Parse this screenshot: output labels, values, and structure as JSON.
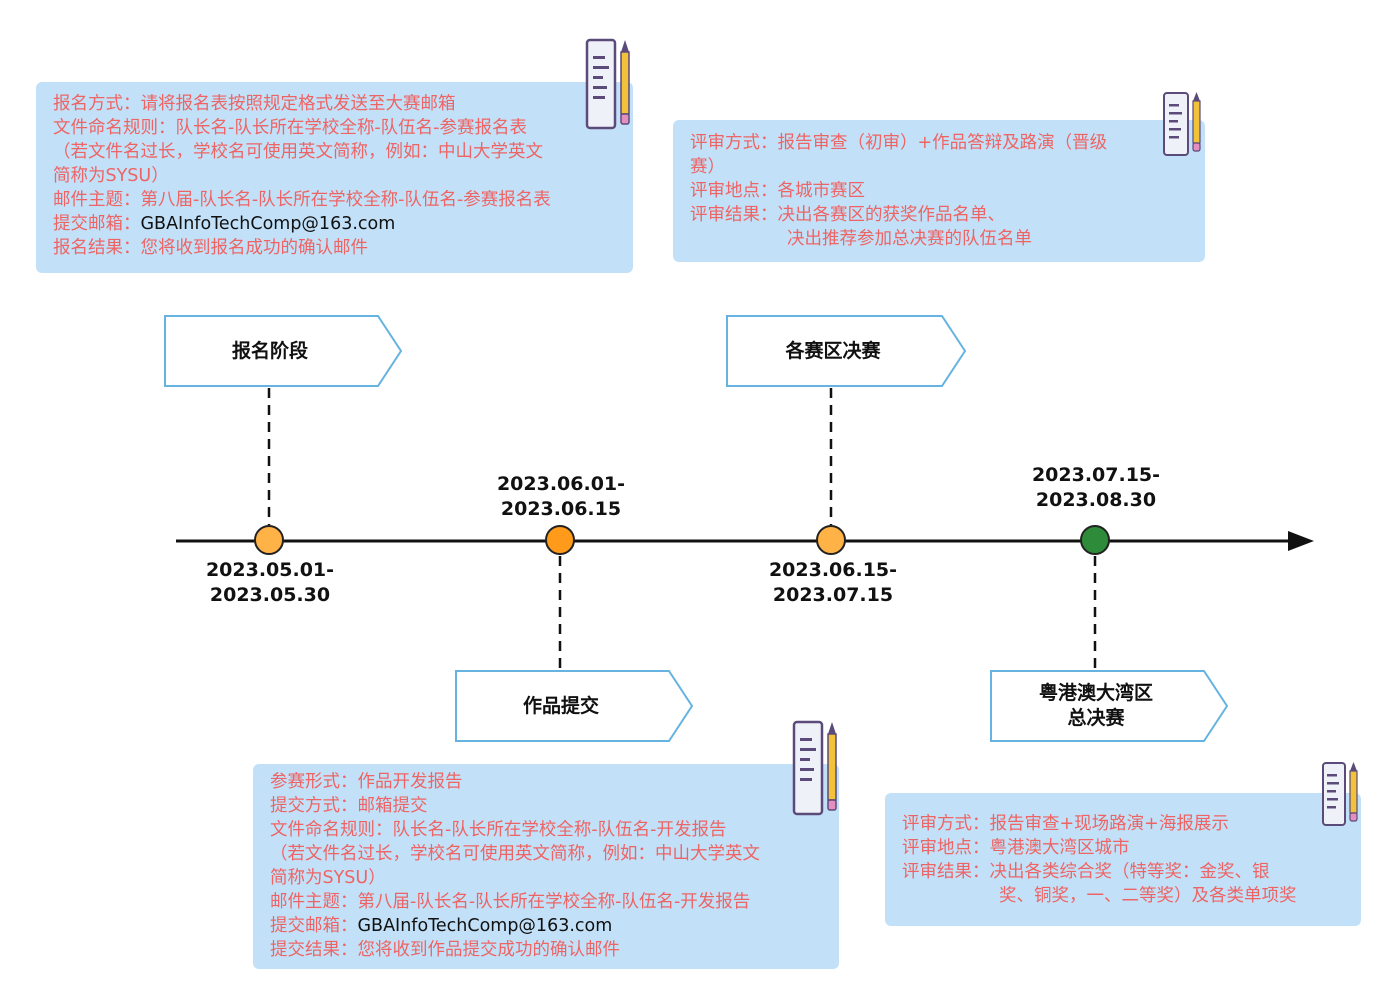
{
  "colors": {
    "box_fill": "#c2e1f8",
    "text_red": "#ee6464",
    "arrow_stroke": "#66b3e2",
    "dot_orange_light": "#ffb347",
    "dot_orange": "#ff9a1a",
    "dot_green": "#2e8b3a"
  },
  "stages": {
    "registration": {
      "label": "报名阶段",
      "date_line1": "2023.05.01-",
      "date_line2": "2023.05.30",
      "info": {
        "method_label": "报名方式：",
        "method_value": "请将报名表按照规定格式发送至大赛邮箱",
        "naming_label": "文件命名规则：",
        "naming_value": "队长名-队长所在学校全称-队伍名-参赛报名表",
        "naming_note_1": "（若文件名过长，学校名可使用英文简称，例如：中山大学英文",
        "naming_note_2": "简称为SYSU）",
        "subject_label": "邮件主题：",
        "subject_value": "第八届-队长名-队长所在学校全称-队伍名-参赛报名表",
        "email_label": "提交邮箱：",
        "email_value": "GBAInfoTechComp@163.com",
        "result_label": "报名结果：",
        "result_value": "您将收到报名成功的确认邮件"
      }
    },
    "submission": {
      "label": "作品提交",
      "date_line1": "2023.06.01-",
      "date_line2": "2023.06.15",
      "info": {
        "form_label": "参赛形式：",
        "form_value": "作品开发报告",
        "submit_label": "提交方式：",
        "submit_value": "邮箱提交",
        "naming_label": "文件命名规则：",
        "naming_value": "队长名-队长所在学校全称-队伍名-开发报告",
        "naming_note_1": "（若文件名过长，学校名可使用英文简称，例如：中山大学英文",
        "naming_note_2": "简称为SYSU）",
        "subject_label": "邮件主题：",
        "subject_value": "第八届-队长名-队长所在学校全称-队伍名-开发报告",
        "email_label": "提交邮箱：",
        "email_value": "GBAInfoTechComp@163.com",
        "result_label": "提交结果：",
        "result_value": "您将收到作品提交成功的确认邮件"
      }
    },
    "regional": {
      "label": "各赛区决赛",
      "date_line1": "2023.06.15-",
      "date_line2": "2023.07.15",
      "info": {
        "review_label": "评审方式：",
        "review_value_1": "报告审查（初审）+作品答辩及路演（晋级",
        "review_value_2": "赛）",
        "place_label": "评审地点：",
        "place_value": "各城市赛区",
        "result_label": "评审结果：",
        "result_value_1": "决出各赛区的获奖作品名单、",
        "result_value_2": "决出推荐参加总决赛的队伍名单"
      }
    },
    "final": {
      "label_line1": "粤港澳大湾区",
      "label_line2": "总决赛",
      "date_line1": "2023.07.15-",
      "date_line2": "2023.08.30",
      "info": {
        "review_label": "评审方式：",
        "review_value": "报告审查+现场路演+海报展示",
        "place_label": "评审地点：",
        "place_value": "粤港澳大湾区城市",
        "result_label": "评审结果：",
        "result_value_1": "决出各类综合奖（特等奖：金奖、银",
        "result_value_2": "奖、铜奖，一、二等奖）及各类单项奖"
      }
    }
  }
}
